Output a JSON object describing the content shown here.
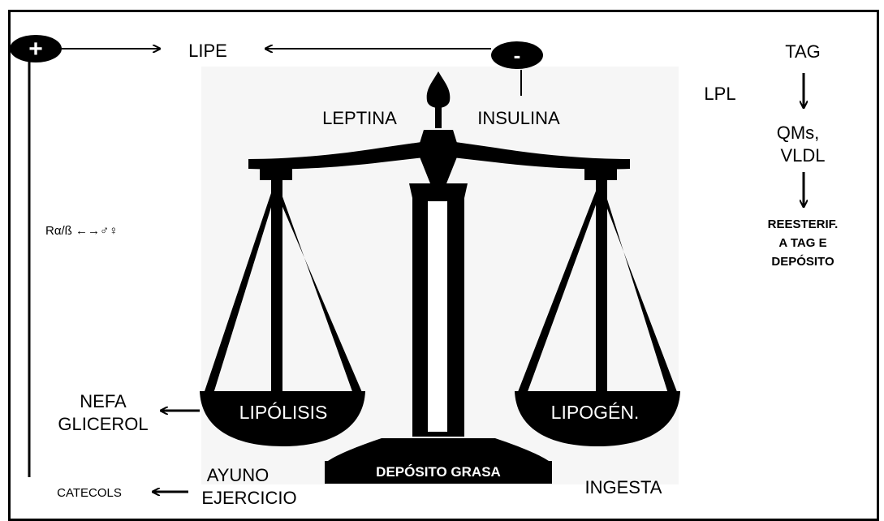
{
  "labels": {
    "plus_sign": "+",
    "minus_sign": "-",
    "lipe": "LIPE",
    "leptina": "LEPTINA",
    "insulina": "INSULINA",
    "receptors": "Rα/ß ←→♂♀",
    "nefa": "NEFA",
    "glicerol": "GLICEROL",
    "lipolisis": "LIPÓLISIS",
    "lipogen": "LIPOGÉN.",
    "deposito_grasa": "DEPÓSITO GRASA",
    "ayuno": "AYUNO",
    "ejercicio": "EJERCICIO",
    "catecols": "CATECOLS",
    "ingesta": "INGESTA",
    "tag": "TAG",
    "lpl": "LPL",
    "qms": "QMs,",
    "vldl": "VLDL",
    "reesterif_1": "REESTERIF.",
    "reesterif_2": "A TAG E",
    "reesterif_3": "DEPÓSITO"
  },
  "colors": {
    "ink": "#000000",
    "paper": "#ffffff",
    "scale_shadow": "#f2f2f2"
  }
}
